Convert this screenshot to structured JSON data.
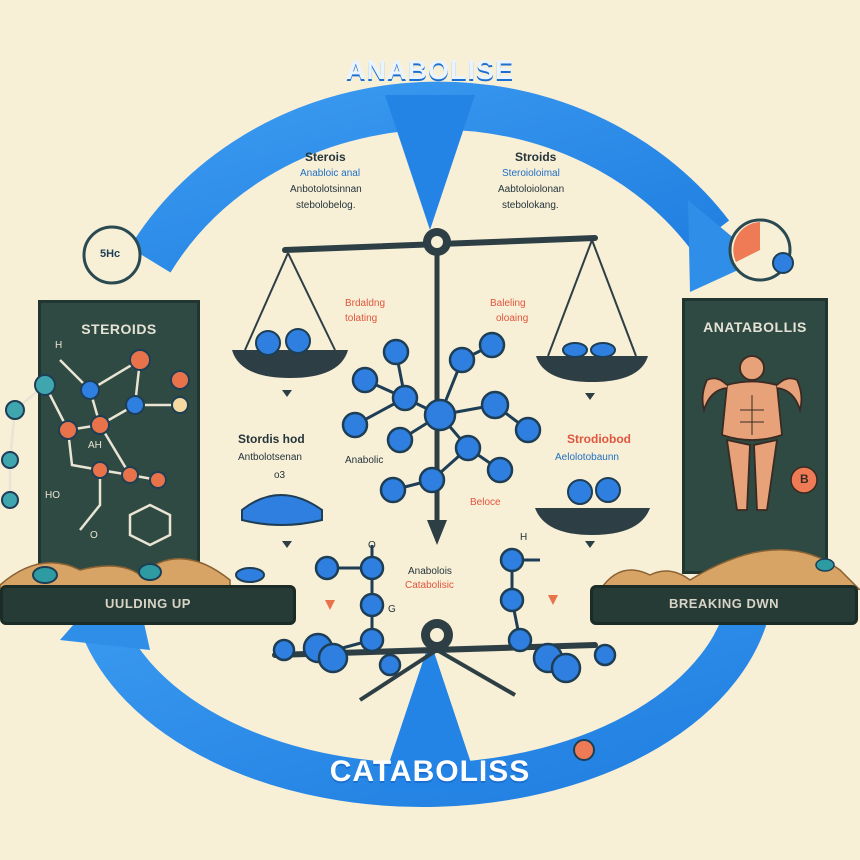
{
  "titles": {
    "top": "ANABOLISE",
    "bottom": "CATABOLISS"
  },
  "left_panel": {
    "heading": "STEROIDS",
    "platform_label": "UULDING UP",
    "atom_labels": [
      "H",
      "AH",
      "HO",
      "O"
    ]
  },
  "right_panel": {
    "heading": "ANATABOLLIS",
    "platform_label": "BREAKING DWN",
    "badge": "B"
  },
  "top_left_badge": "5Hc",
  "caption_left": {
    "line1": "Sterois",
    "line2": "Anabloic anal",
    "line3": "Anbotolotsinnan",
    "line4": "stebolobelog."
  },
  "caption_right": {
    "line1": "Stroids",
    "line2": "Steroioloimal",
    "line3": "Aabtoloiolonan",
    "line4": "stebolokang."
  },
  "scale_labels": {
    "left_pan_top": "Brdaldng",
    "left_pan_bottom": "tolating",
    "right_pan_top": "Baleling",
    "right_pan_bottom": "oloaing",
    "left_mid_1": "Stordis hod",
    "left_mid_2": "Antbolotsenan",
    "left_mid_3": "o3",
    "center": "Anabolic",
    "center_low": "Beloce",
    "right_mid_1": "Strodiobod",
    "right_mid_2": "Aelolotobaunn",
    "bottom_1": "Anabolois",
    "bottom_2": "Catabolisic",
    "bottom_left_atom": "G",
    "bottom_left_o": "O",
    "bottom_right_h": "H"
  },
  "colors": {
    "arrow_blue": "#2f8fe8",
    "molecule_blue": "#2e7fe0",
    "accent_orange": "#e8734a",
    "panel_dark": "#2f4a42",
    "background": "#f8efd7"
  }
}
